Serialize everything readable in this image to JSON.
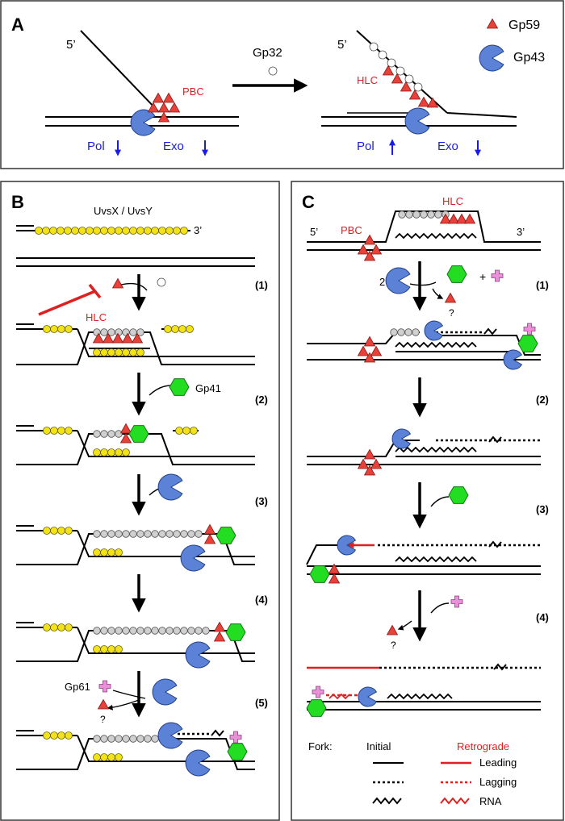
{
  "panels": {
    "a": {
      "letter": "A",
      "strand_5prime_left": "5’",
      "strand_5prime_right": "5’",
      "pbc": "PBC",
      "hlc": "HLC",
      "gp32": "Gp32",
      "legend_gp59": "Gp59",
      "legend_gp43": "Gp43",
      "pol_left": "Pol",
      "exo_left": "Exo",
      "pol_right": "Pol",
      "exo_right": "Exo"
    },
    "b": {
      "letter": "B",
      "uvs": "UvsX / UvsY",
      "three_prime": "3’",
      "hlc": "HLC",
      "gp41": "Gp41",
      "gp61": "Gp61",
      "question": "?",
      "steps": [
        "(1)",
        "(2)",
        "(3)",
        "(4)",
        "(5)"
      ]
    },
    "c": {
      "letter": "C",
      "hlc": "HLC",
      "pbc": "PBC",
      "five_prime": "5’",
      "three_prime": "3’",
      "two": "2",
      "plus": "+",
      "question1": "?",
      "question2": "?",
      "steps": [
        "(1)",
        "(2)",
        "(3)",
        "(4)"
      ]
    }
  },
  "legend": {
    "fork": "Fork:",
    "initial": "Initial",
    "retrograde": "Retrograde",
    "leading": "Leading",
    "lagging": "Lagging",
    "rna": "RNA"
  },
  "colors": {
    "gp59": "#e8413a",
    "gp43": "#5b82d6",
    "gp41": "#22dd22",
    "gp61": "#e890d8",
    "uvsx": "#f2e21a",
    "gp32": "#d0d0d0",
    "label_red": "#e02020",
    "label_blue": "#1a1aee"
  },
  "icons": [
    "gp59-triangle-icon",
    "gp43-pacman-icon",
    "gp32-circle-icon",
    "gp41-hexagon-icon",
    "gp61-cross-icon",
    "arrow-icon",
    "inhibition-bar-icon"
  ]
}
